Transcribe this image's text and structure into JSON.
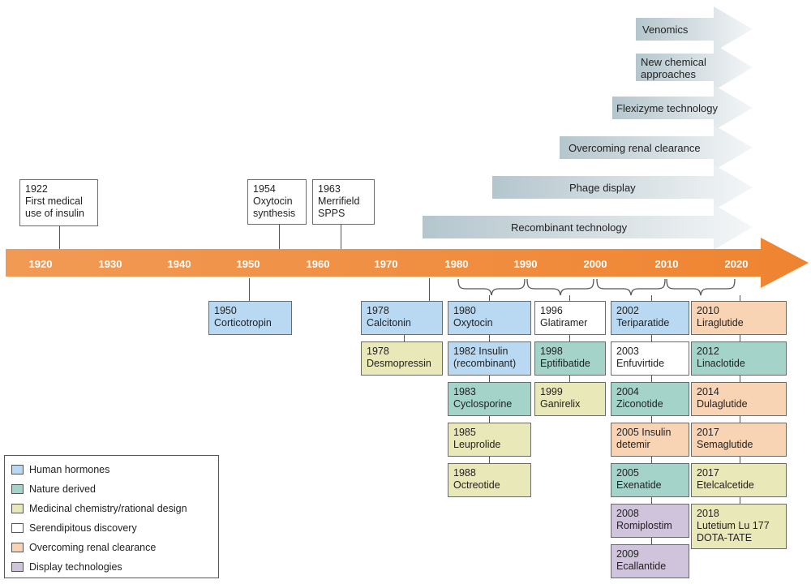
{
  "timeline": {
    "decades": [
      "1920",
      "1930",
      "1940",
      "1950",
      "1960",
      "1970",
      "1980",
      "1990",
      "2000",
      "2010",
      "2020"
    ],
    "color": "#f0913c"
  },
  "tech_arrows": [
    {
      "label": "Venomics"
    },
    {
      "label": "New chemical\napproaches"
    },
    {
      "label": "Flexizyme technology"
    },
    {
      "label": "Overcoming renal clearance"
    },
    {
      "label": "Phage display"
    },
    {
      "label": "Recombinant technology"
    }
  ],
  "milestones_above": [
    {
      "text": "1922\nFirst medical\nuse of insulin"
    },
    {
      "text": "1954\nOxytocin\nsynthesis"
    },
    {
      "text": "1963\nMerrifield\nSPPS"
    }
  ],
  "drugs": {
    "corticotropin": "1950\nCorticotropin",
    "calcitonin": "1978\nCalcitonin",
    "desmopressin": "1978\nDesmopressin",
    "oxytocin": "1980\nOxytocin",
    "insulin_recomb": "1982 Insulin\n(recombinant)",
    "cyclosporine": "1983\nCyclosporine",
    "leuprolide": "1985\nLeuprolide",
    "octreotide": "1988\nOctreotide",
    "glatiramer": "1996\nGlatiramer",
    "eptifibatide": "1998\nEptifibatide",
    "ganirelix": "1999\nGanirelix",
    "teriparatide": "2002\nTeriparatide",
    "enfuvirtide": "2003\nEnfuvirtide",
    "ziconotide": "2004\nZiconotide",
    "insulin_detemir": "2005 Insulin\ndetemir",
    "exenatide": "2005\nExenatide",
    "romiplostim": "2008\nRomiplostim",
    "ecallantide": "2009\nEcallantide",
    "liraglutide": "2010\nLiraglutide",
    "linaclotide": "2012\nLinaclotide",
    "dulaglutide": "2014\nDulaglutide",
    "semaglutide": "2017\nSemaglutide",
    "etelcalcetide": "2017\nEtelcalcetide",
    "lutetium": "2018\nLutetium Lu 177\nDOTA-TATE"
  },
  "legend": [
    {
      "label": "Human hormones",
      "color": "#b9d9f2"
    },
    {
      "label": "Nature derived",
      "color": "#a3d3c9"
    },
    {
      "label": "Medicinal chemistry/rational design",
      "color": "#e9e8b9"
    },
    {
      "label": "Serendipitous discovery",
      "color": "#ffffff"
    },
    {
      "label": "Overcoming renal clearance",
      "color": "#f8d4b5"
    },
    {
      "label": "Display technologies",
      "color": "#cfc4dc"
    }
  ]
}
